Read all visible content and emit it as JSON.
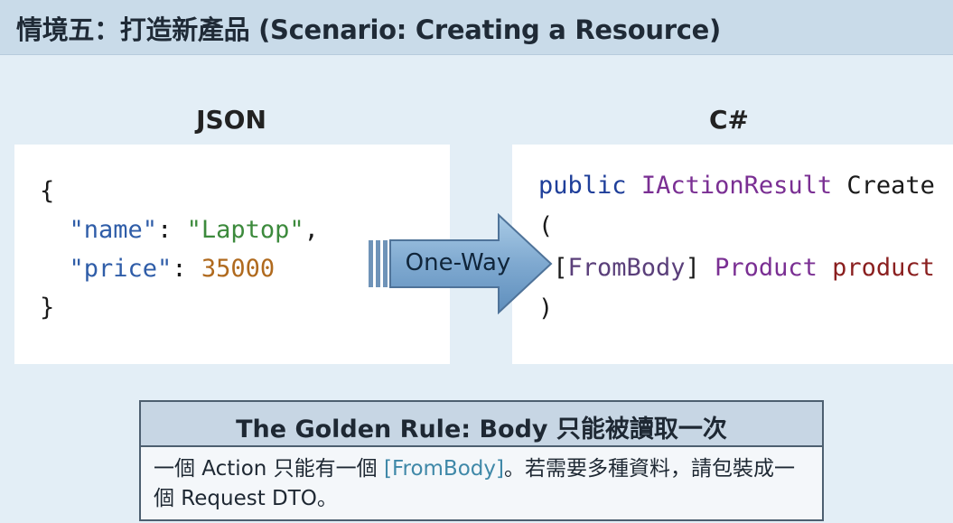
{
  "header": {
    "title": "情境五：打造新產品 (Scenario: Creating a Resource)"
  },
  "json_panel": {
    "heading": "JSON",
    "lines": [
      {
        "parts": [
          {
            "text": "{",
            "color": "#1a1a1a"
          }
        ]
      },
      {
        "parts": [
          {
            "text": "  ",
            "color": "#1a1a1a"
          },
          {
            "text": "\"name\"",
            "color": "#2f5da8"
          },
          {
            "text": ": ",
            "color": "#1a1a1a"
          },
          {
            "text": "\"Laptop\"",
            "color": "#3c8a3c"
          },
          {
            "text": ",",
            "color": "#1a1a1a"
          }
        ]
      },
      {
        "parts": [
          {
            "text": "  ",
            "color": "#1a1a1a"
          },
          {
            "text": "\"price\"",
            "color": "#2f5da8"
          },
          {
            "text": ": ",
            "color": "#1a1a1a"
          },
          {
            "text": "35000",
            "color": "#b06a1e"
          }
        ]
      },
      {
        "parts": [
          {
            "text": "}",
            "color": "#1a1a1a"
          }
        ]
      }
    ]
  },
  "csharp_panel": {
    "heading": "C#",
    "lines": [
      {
        "parts": [
          {
            "text": "public",
            "color": "#1f3f9a"
          },
          {
            "text": " ",
            "color": "#1a1a1a"
          },
          {
            "text": "IActionResult",
            "color": "#7a2f93"
          },
          {
            "text": " Create",
            "color": "#1a1a1a"
          }
        ]
      },
      {
        "parts": [
          {
            "text": "(",
            "color": "#1a1a1a"
          }
        ]
      },
      {
        "parts": [
          {
            "text": " [",
            "color": "#1a1a1a"
          },
          {
            "text": "FromBody",
            "color": "#5a3f7a"
          },
          {
            "text": "] ",
            "color": "#1a1a1a"
          },
          {
            "text": "Product",
            "color": "#7a2f93"
          },
          {
            "text": " ",
            "color": "#1a1a1a"
          },
          {
            "text": "product",
            "color": "#8a1f1f"
          }
        ]
      },
      {
        "parts": [
          {
            "text": ")",
            "color": "#1a1a1a"
          }
        ]
      }
    ]
  },
  "arrow": {
    "label": "One-Way"
  },
  "golden_rule": {
    "title": "The Golden Rule: Body 只能被讀取一次",
    "body_parts": [
      {
        "text": "一個 Action 只能有一個 ",
        "highlight": false
      },
      {
        "text": "[FromBody]",
        "highlight": true
      },
      {
        "text": "。若需要多種資料，請包裝成一個 Request DTO。",
        "highlight": false
      }
    ]
  }
}
